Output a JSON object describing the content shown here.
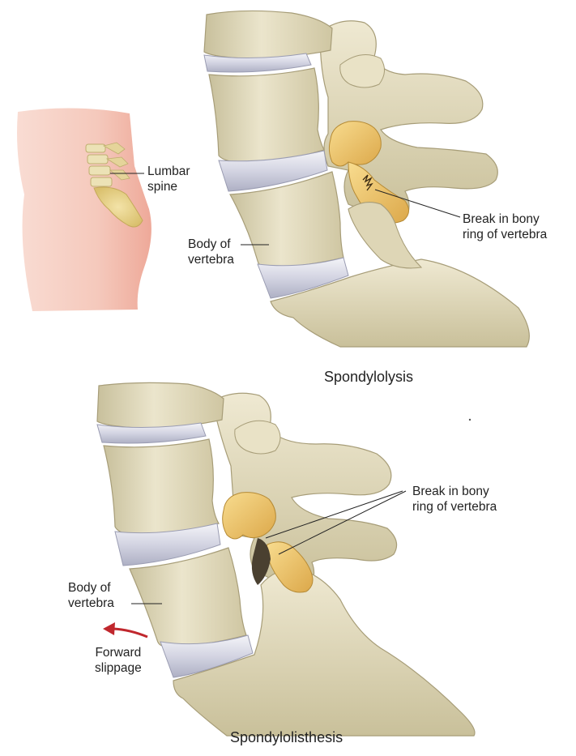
{
  "top_panel": {
    "caption": "Spondylolysis",
    "labels": {
      "lumbar_spine": [
        "Lumbar",
        "spine"
      ],
      "body_of_vertebra": [
        "Body of",
        "vertebra"
      ],
      "break_in_bony_ring": [
        "Break in bony",
        "ring of vertebra"
      ]
    }
  },
  "bottom_panel": {
    "caption": "Spondylolisthesis",
    "labels": {
      "break_in_bony_ring": [
        "Break in bony",
        "ring of vertebra"
      ],
      "body_of_vertebra": [
        "Body of",
        "vertebra"
      ],
      "forward_slippage": [
        "Forward",
        "slippage"
      ]
    }
  },
  "colors": {
    "bone": "#e6dfc4",
    "bone_shadow": "#bdb38d",
    "disc": "#dcdde8",
    "lamina_highlight": "#f1c76a",
    "skin": "#f6c9bd",
    "arrow": "#c0272d",
    "text": "#222222"
  }
}
